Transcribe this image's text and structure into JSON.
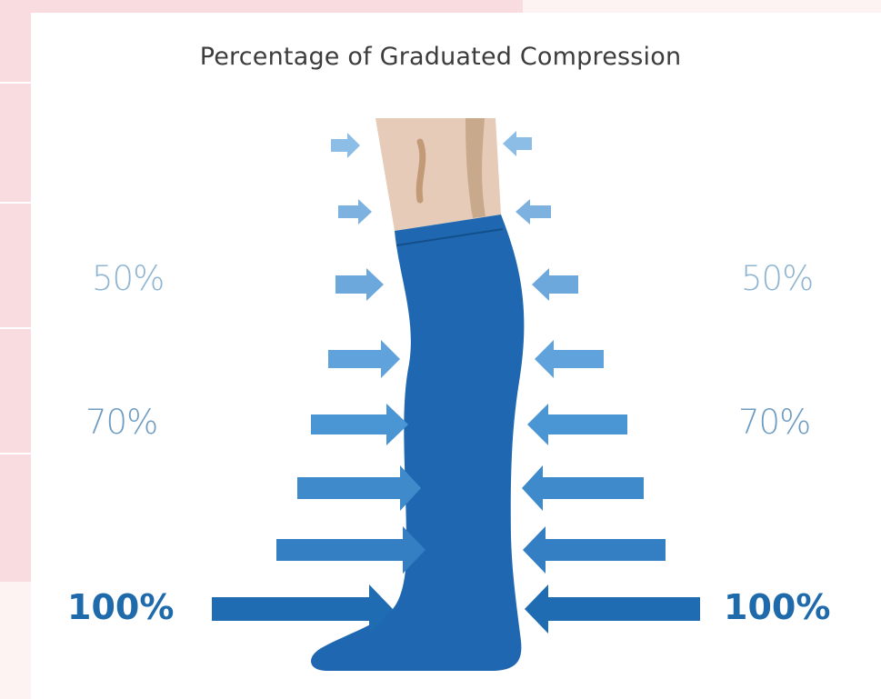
{
  "title": "Percentage of Graduated Compression",
  "levels": [
    {
      "value": "50%",
      "color": "#8fb5d2"
    },
    {
      "value": "70%",
      "color": "#6f9dc2"
    },
    {
      "value": "100%",
      "color": "#1f6aab"
    }
  ],
  "colors": {
    "stocking": "#1f68b1",
    "skin": "#e6ccb8",
    "arrow_light": "#8cbde6",
    "arrow_mid": "#5fa2dc",
    "arrow_dark": "#2f7dc2",
    "arrow_darkest": "#1f6cb3"
  }
}
